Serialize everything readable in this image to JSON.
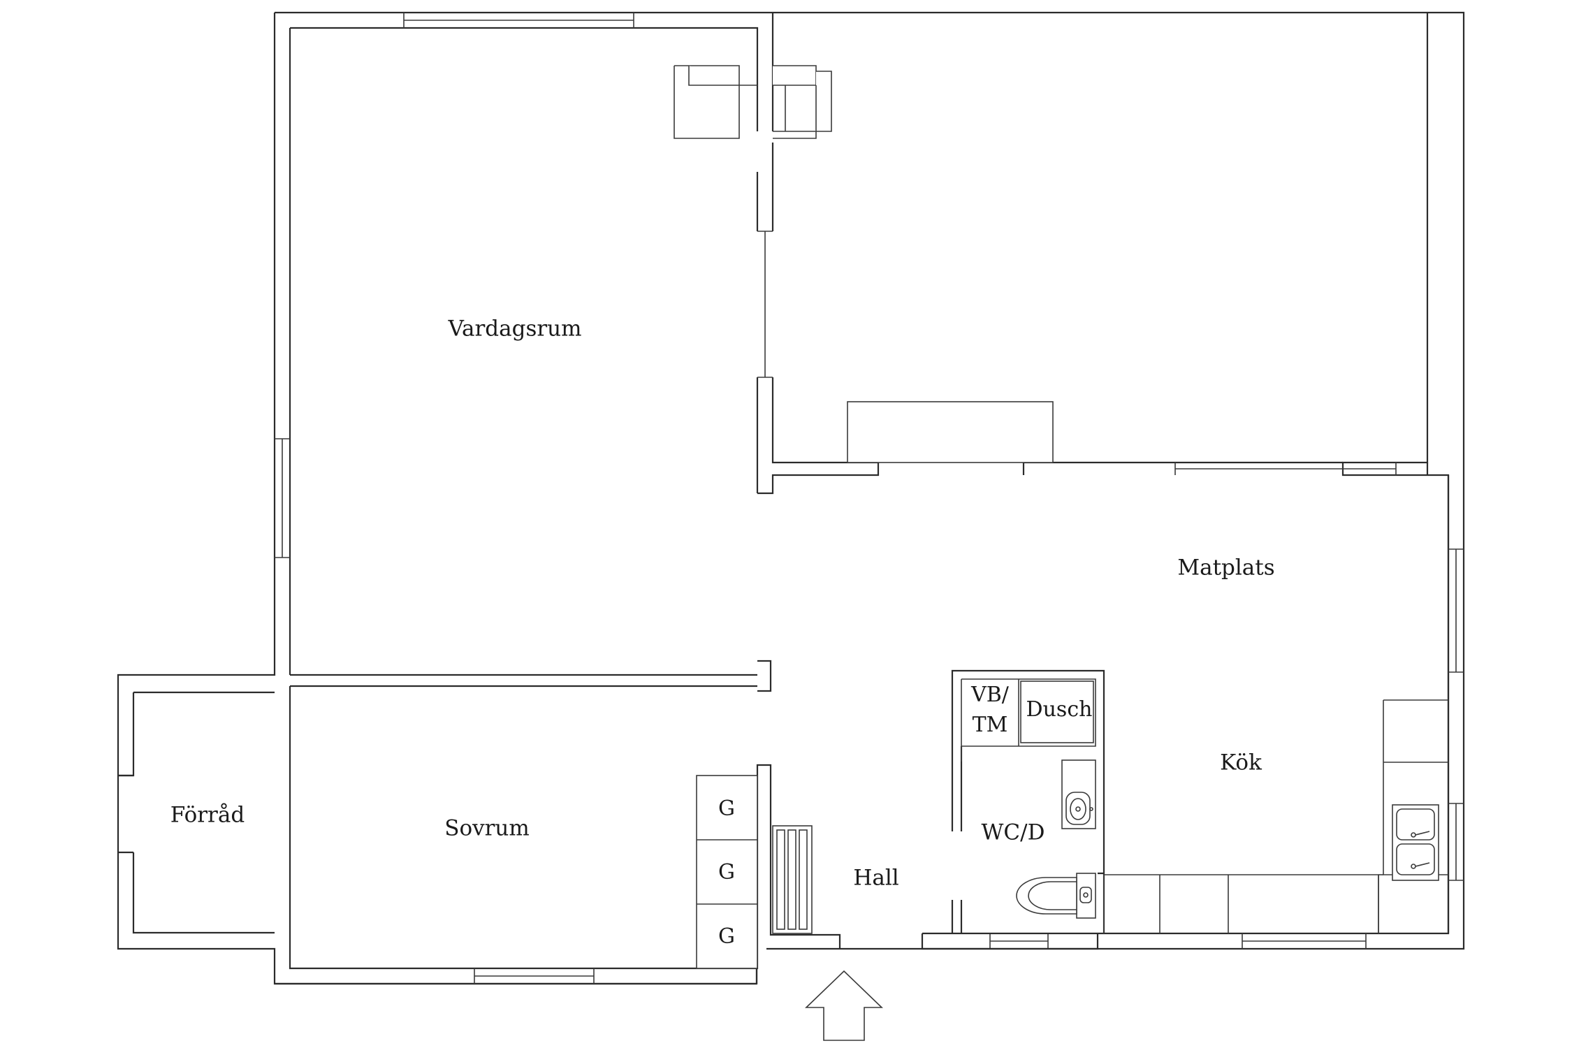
{
  "floorplan": {
    "rooms": {
      "vardagsrum": "Vardagsrum",
      "matplats": "Matplats",
      "kok": "Kök",
      "forrad": "Förråd",
      "sovrum": "Sovrum",
      "hall": "Hall",
      "wcd": "WC/D",
      "dusch": "Dusch",
      "vbtm_line1": "VB/",
      "vbtm_line2": "TM"
    },
    "wardrobes": [
      "G",
      "G",
      "G"
    ],
    "entrance_icon": "entrance-arrow-icon"
  }
}
